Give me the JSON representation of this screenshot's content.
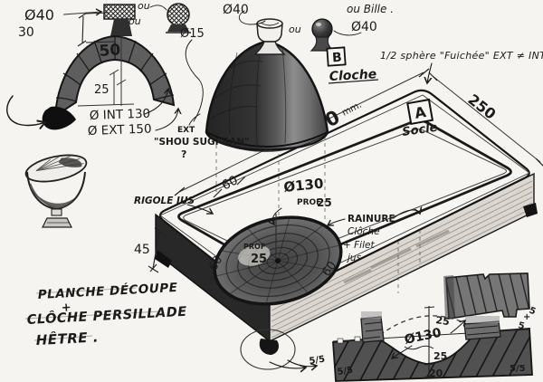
{
  "colors": {
    "paper": "#f5f4f0",
    "ink": "#1b1b1b",
    "marker_dark": "#3a3a3a",
    "wood_light": "#dcd8d1"
  },
  "cross_section": {
    "dia_top": "Ø40",
    "h_knob": "30",
    "h_wall": "50",
    "h_inner": "25",
    "dia_int": "Ø INT 130",
    "dia_ext": "Ø EXT 150"
  },
  "alt_knob": {
    "ou_1": "ou",
    "ou_2": "ou",
    "dia": "Ø15"
  },
  "cloche": {
    "dia_knob": "Ø40",
    "ou": "ou",
    "tag": "B",
    "name": "Cloche",
    "finish_ext": "EXT",
    "finish_name": "\"SHOU SUGI BAN\"",
    "finish_q": "?"
  },
  "ball_note": {
    "text": "ou Bille .",
    "dia": "Ø40"
  },
  "sphere_note": "1/2 sphère \"Fuichée\" EXT ≠ INT",
  "board": {
    "tag": "A",
    "name": "Socle",
    "length": "450",
    "length_unit": "mm.",
    "width": "250",
    "thickness": "45",
    "offset_top": "60",
    "offset_left": "60",
    "offset_right": "60",
    "bowl_dia": "Ø130",
    "bowl_prof_label": "PROF",
    "bowl_prof": "25",
    "prof_in_label": "PROF",
    "prof_in": "25",
    "rigole": "RIGOLE JUS"
  },
  "rainure": {
    "l1": "RAINURE",
    "l2": "Clôche",
    "l3": "+ Filet",
    "l4": "jus"
  },
  "detail": {
    "rim_top": "5",
    "rim_plus": "+",
    "rim_bottom": "5",
    "h_above": "25",
    "dia": "Ø130",
    "h_below": "25",
    "base_w": "20",
    "feet_1": "5/5",
    "feet_2": "5/5",
    "feet_3": "5/5"
  },
  "title_block": {
    "l1": "PLANCHE DÉCOUPE",
    "plus": "+",
    "l2": "CLÔCHE PERSILLADE",
    "l3": "HÊTRE ."
  }
}
